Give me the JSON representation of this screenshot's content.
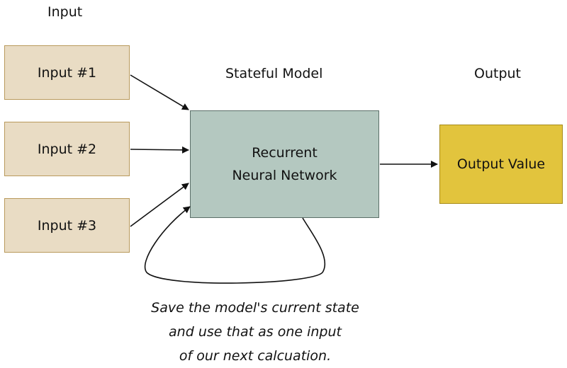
{
  "headers": {
    "input": "Input",
    "model": "Stateful Model",
    "output": "Output"
  },
  "inputs": [
    {
      "label": "Input #1"
    },
    {
      "label": "Input #2"
    },
    {
      "label": "Input #3"
    }
  ],
  "model": {
    "line1": "Recurrent",
    "line2": "Neural Network"
  },
  "output": {
    "label": "Output Value"
  },
  "note": {
    "line1": "Save the model's current state",
    "line2": "and use that as one input",
    "line3": "of our next calcuation."
  },
  "colors": {
    "input_fill": "#e9dcc4",
    "model_fill": "#b4c8c0",
    "output_fill": "#e2c43d"
  }
}
